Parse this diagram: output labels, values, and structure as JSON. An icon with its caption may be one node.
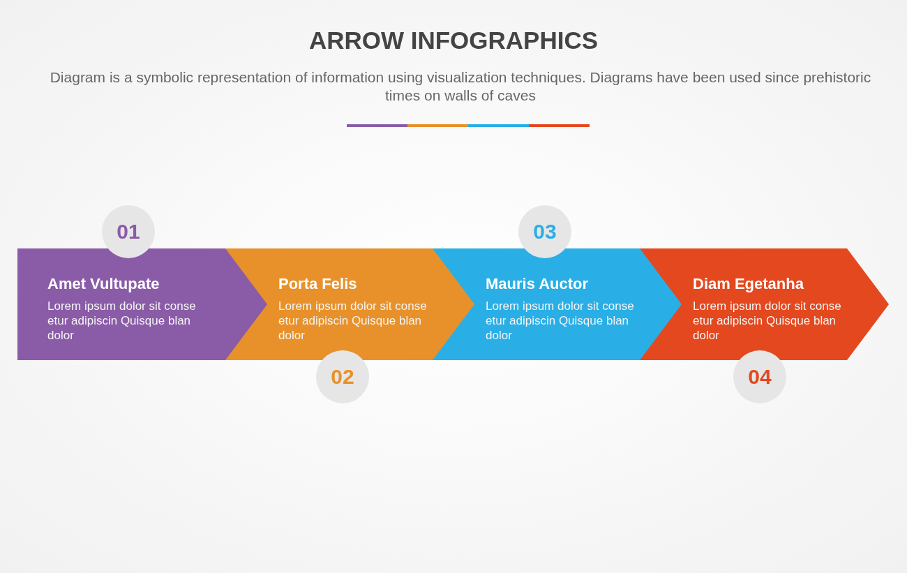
{
  "diagram": {
    "title": "ARROW INFOGRAPHICS",
    "nodes": [
      {
        "text": [
          "Amet Vultupate",
          "Lorem ipsum dolor sit conse etur adipiscin Quisque blan dolor"
        ]
      },
      {
        "text": [
          "01"
        ]
      },
      {
        "text": [
          "Porta Felis",
          "Lorem ipsum dolor sit conse etur adipiscin Quisque blan dolor"
        ]
      },
      {
        "text": [
          "02"
        ]
      },
      {
        "text": [
          "Mauris Auctor",
          "Lorem ipsum dolor sit conse etur adipiscin Quisque blan dolor"
        ]
      },
      {
        "text": [
          "03"
        ]
      },
      {
        "text": [
          "Diam Egetanha",
          "Lorem ipsum dolor sit conse etur adipiscin Quisque blan dolor"
        ]
      },
      {
        "text": [
          "04"
        ]
      }
    ],
    "labels": [
      "Diagram is a symbolic representation of information using visualization techniques. Diagrams have been used since prehistoric times on walls of caves"
    ]
  }
}
